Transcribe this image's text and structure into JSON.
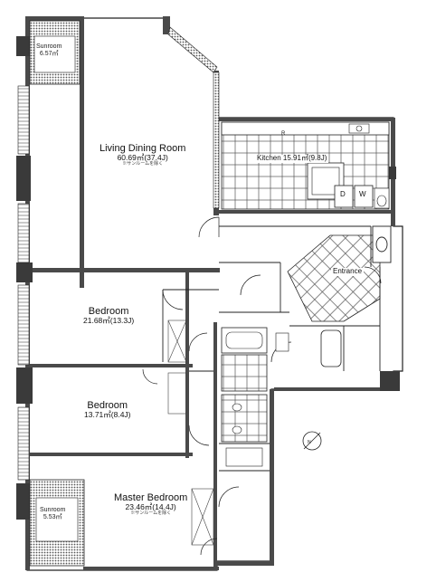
{
  "rooms": {
    "sunroom_top": {
      "name": "Sunroom",
      "area": "6.57㎡"
    },
    "living": {
      "name": "Living Dining Room",
      "area": "60.69㎡(37.4J)",
      "note": "※サンルームを除く"
    },
    "kitchen": {
      "name": "Kitchen",
      "area": "15.91㎡(9.8J)"
    },
    "entrance": {
      "name": "Entrance"
    },
    "bedroom1": {
      "name": "Bedroom",
      "area": "21.68㎡(13.3J)"
    },
    "bedroom2": {
      "name": "Bedroom",
      "area": "13.71㎡(8.4J)"
    },
    "master": {
      "name": "Master Bedroom",
      "area": "23.46㎡(14.4J)",
      "note": "※サンルームを除く"
    },
    "sunroom_bottom": {
      "name": "Sunroom",
      "area": "5.53㎡"
    }
  },
  "fixtures": {
    "refrigerator": "R",
    "dryer": "D",
    "washer": "W",
    "north": "N"
  },
  "colors": {
    "wall": "#4a4a4a",
    "line": "#222222",
    "hatch": "#9a9a9a",
    "tile": "#555555"
  }
}
